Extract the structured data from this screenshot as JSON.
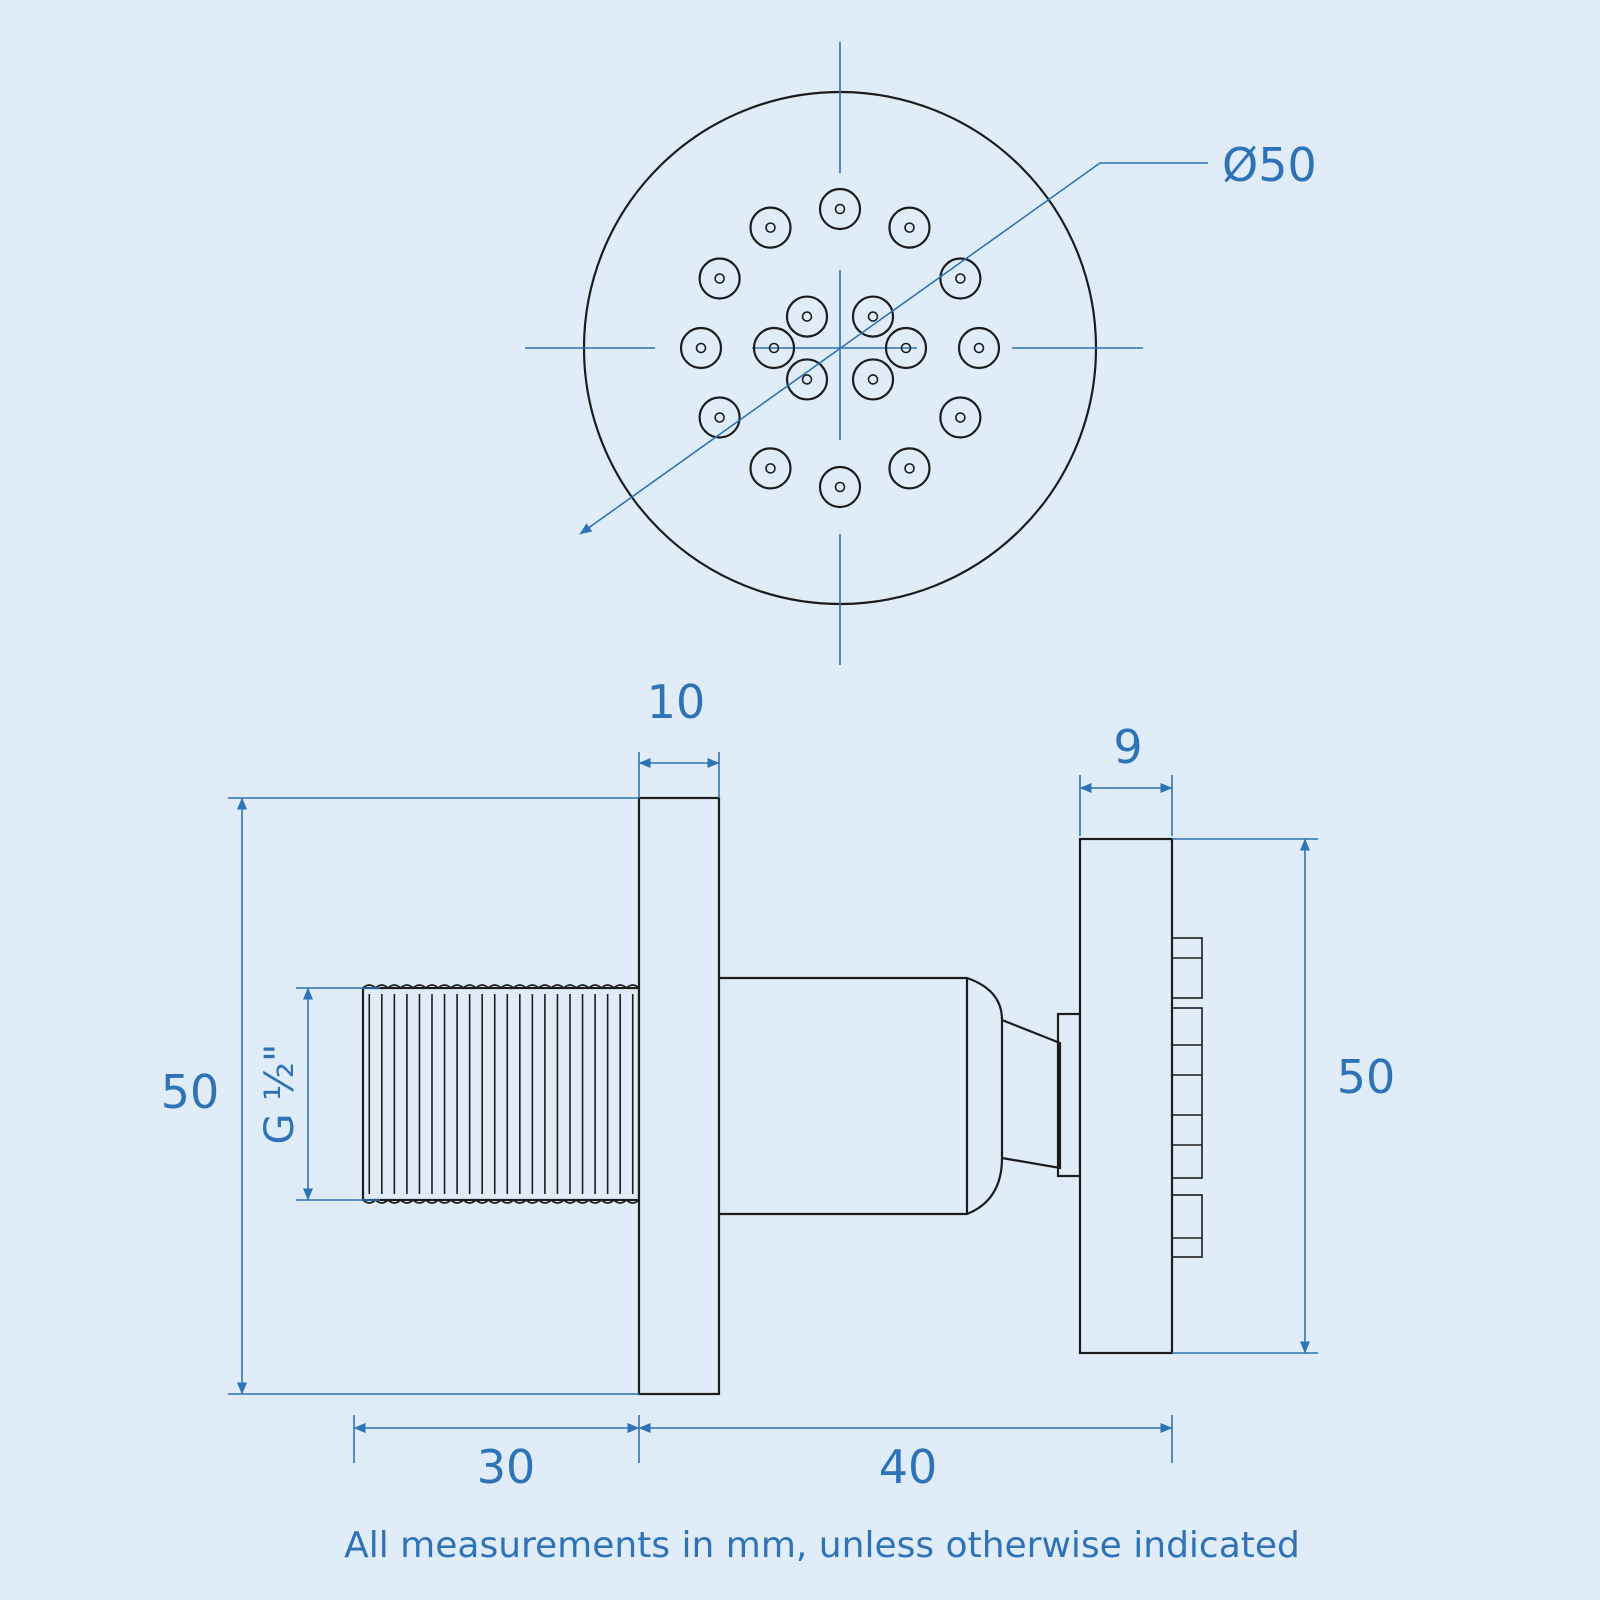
{
  "colors": {
    "background": "#e0edf9",
    "dimension": "#2e72b8",
    "outline": "#1c1c1c"
  },
  "front_view": {
    "diameter_label": "Ø50",
    "nozzle_count": 18
  },
  "side_view": {
    "flange_width_label": "10",
    "head_width_label": "9",
    "overall_height_left_label": "50",
    "head_height_right_label": "50",
    "thread_label": "G ½\"",
    "thread_length_label": "30",
    "body_length_label": "40"
  },
  "footnote": "All measurements in mm, unless otherwise indicated"
}
